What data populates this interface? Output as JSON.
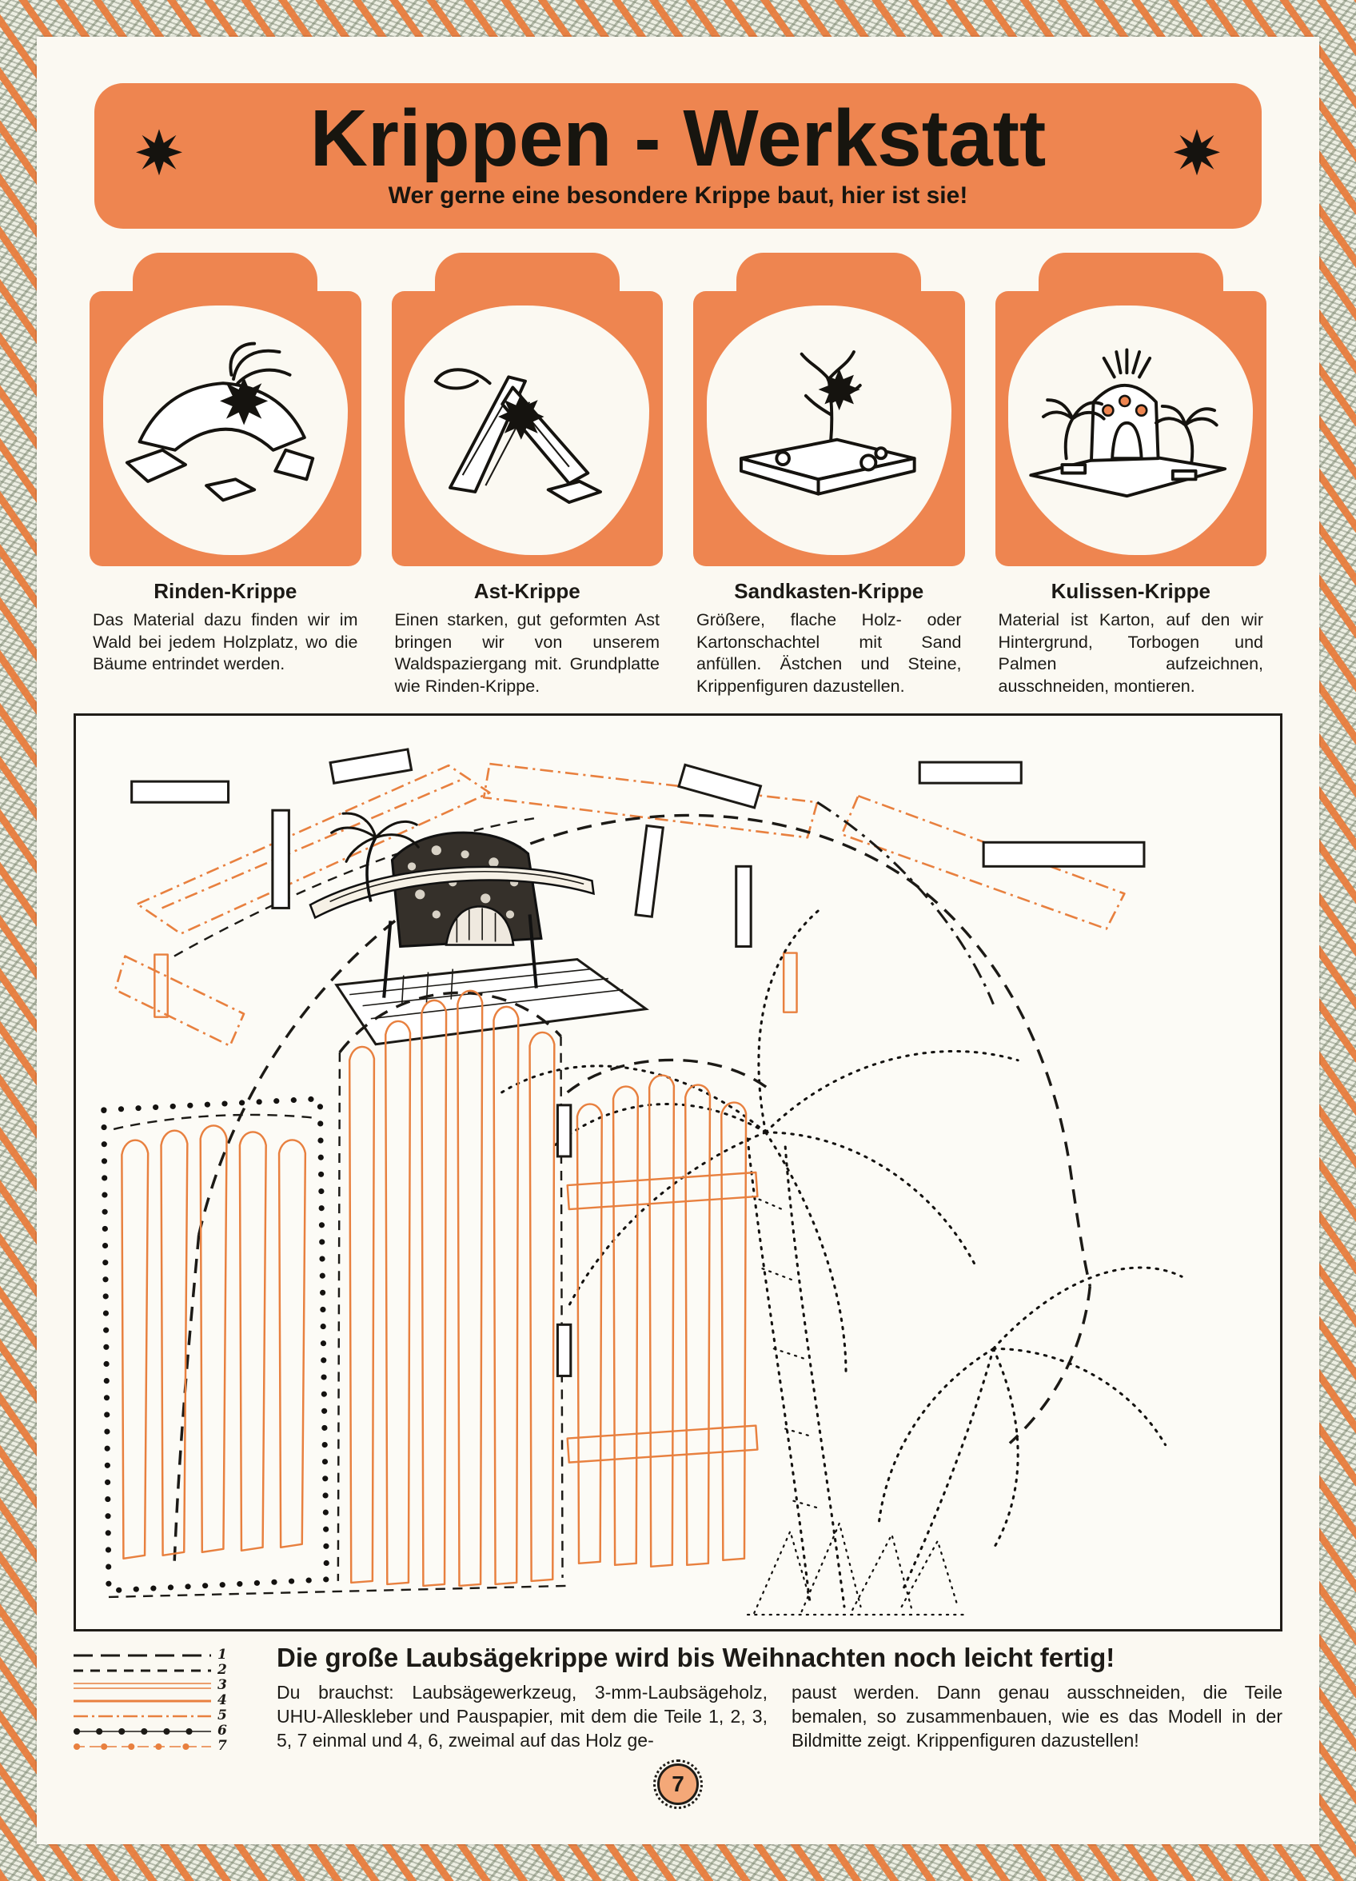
{
  "colors": {
    "accent": "#ee8550",
    "pattern-orange": "#e8803f",
    "ink": "#1c1a16",
    "paper": "#fbf9f2"
  },
  "header": {
    "title": "Krippen - Werkstatt",
    "subtitle": "Wer gerne eine besondere Krippe baut, hier ist sie!",
    "star_icon": "eight-point-star"
  },
  "panels": [
    {
      "title": "Rinden-Krippe",
      "icon": "bark-cave-illustration",
      "text": "Das Material dazu finden wir im Wald bei jedem Holzplatz, wo die Bäume entrindet werden."
    },
    {
      "title": "Ast-Krippe",
      "icon": "branch-illustration",
      "text": "Einen starken, gut geformten Ast bringen wir von unserem Waldspaziergang mit. Grundplatte wie Rinden-Krippe."
    },
    {
      "title": "Sandkasten-Krippe",
      "icon": "sandbox-illustration",
      "text": "Größere, flache Holz- oder Kartonschachtel mit Sand anfüllen. Ästchen und Steine, Krippenfiguren dazustellen."
    },
    {
      "title": "Kulissen-Krippe",
      "icon": "backdrop-scenery-illustration",
      "text": "Material ist Karton, auf den wir Hintergrund, Torbogen und Palmen aufzeichnen, ausschneiden, montieren."
    }
  ],
  "pattern_sheet": {
    "description": "fretsaw-nativity-cutting-pattern",
    "center_illustration": "nativity-stable-model"
  },
  "legend": {
    "numbers": [
      "1",
      "2",
      "3",
      "4",
      "5",
      "6",
      "7"
    ]
  },
  "footer": {
    "heading": "Die große Laubsägekrippe wird bis Weihnachten noch leicht fertig!",
    "col1": "Du brauchst: Laubsägewerkzeug, 3-mm-Laubsägeholz, UHU-Alleskleber und Pauspapier, mit dem die Teile 1, 2, 3, 5, 7 einmal und 4, 6, zweimal auf das Holz ge-",
    "col2": "paust werden. Dann genau ausschneiden, die Teile bemalen, so zusammenbauen, wie es das Modell in der Bildmitte zeigt. Krippenfiguren dazustellen!"
  },
  "page": {
    "number": "7"
  }
}
